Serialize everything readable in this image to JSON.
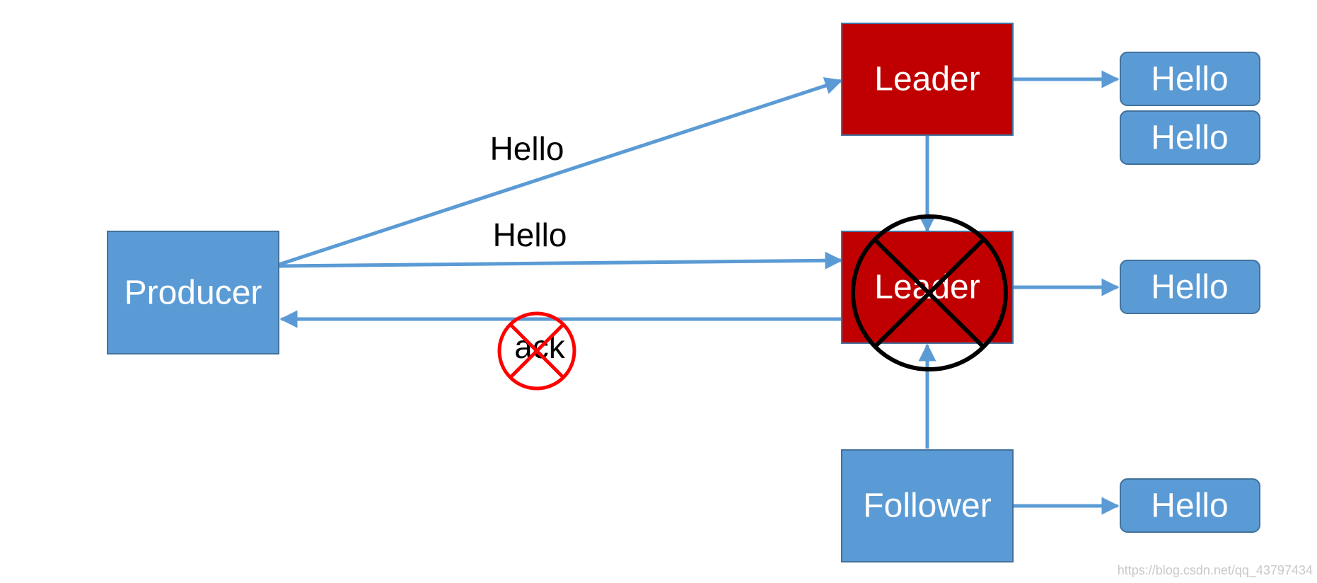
{
  "diagram": {
    "nodes": {
      "producer": {
        "label": "Producer",
        "color": "#5b9bd5"
      },
      "leader_top": {
        "label": "Leader",
        "color": "#c00000"
      },
      "leader_failed": {
        "label": "Leader",
        "color": "#c00000",
        "crossed_out": true
      },
      "follower": {
        "label": "Follower",
        "color": "#5b9bd5"
      },
      "msg_leader_1": {
        "label": "Hello",
        "color": "#5b9bd5"
      },
      "msg_leader_2": {
        "label": "Hello",
        "color": "#5b9bd5"
      },
      "msg_failed_leader": {
        "label": "Hello",
        "color": "#5b9bd5"
      },
      "msg_follower": {
        "label": "Hello",
        "color": "#5b9bd5"
      }
    },
    "edges": {
      "producer_to_leader_label": "Hello",
      "producer_to_failed_leader_label": "Hello",
      "ack_label": "ack",
      "ack_failed": true
    },
    "colors": {
      "arrow": "#5b9bd5",
      "box_border": "#41719c",
      "failed_cross": "#000000",
      "ack_cross": "#ff0000"
    },
    "watermark": "https://blog.csdn.net/qq_43797434"
  }
}
